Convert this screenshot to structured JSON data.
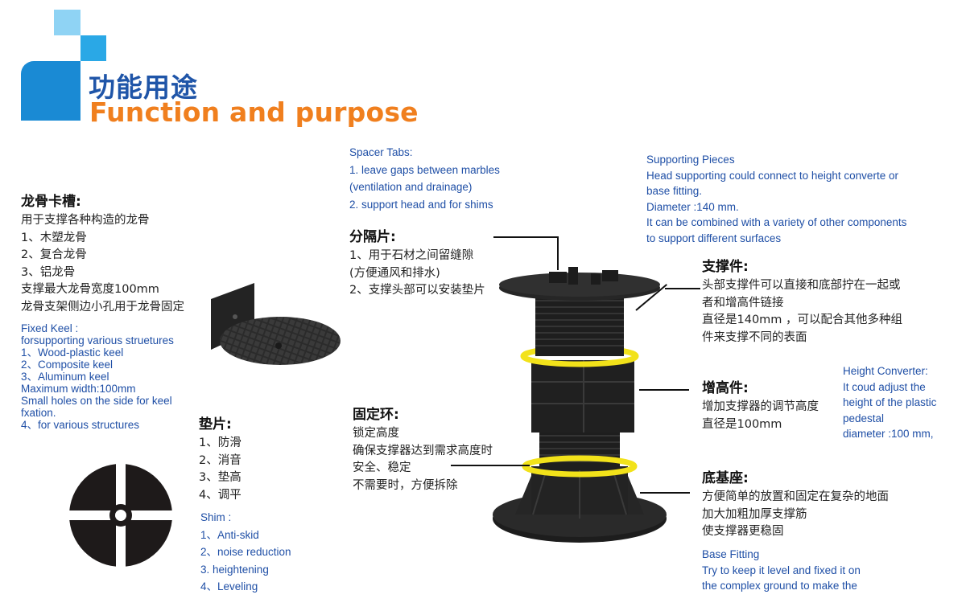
{
  "header": {
    "title_cn": "功能用途",
    "title_en": "Function and purpose",
    "colors": {
      "title_cn": "#1f55a8",
      "title_en": "#f07f1e",
      "block_dark": "#1a8ad4",
      "block_mid": "#2aa8e6",
      "block_light": "#8fd3f4"
    }
  },
  "keel": {
    "title": "龙骨卡槽:",
    "lines": [
      "用于支撑各种构造的龙骨",
      "1、木塑龙骨",
      "2、复合龙骨",
      "3、铝龙骨",
      "支撑最大龙骨宽度100mm",
      "龙骨支架侧边小孔用于龙骨固定"
    ],
    "en_lines": [
      "Fixed Keel :",
      "forsupporting various struetures",
      "1、Wood-plastic keel",
      "2、Composite keel",
      "3、Aluminum keel",
      "Maximum width:100mm",
      "Small holes on the side for keel",
      "fxation.",
      "4、for various structures"
    ]
  },
  "shim": {
    "title": "垫片:",
    "lines": [
      "1、防滑",
      "2、消音",
      "3、垫高",
      "4、调平"
    ],
    "en_lines": [
      "Shim :",
      "1、Anti-skid",
      "2、noise reduction",
      "3. heightening",
      "4、Leveling"
    ]
  },
  "spacer": {
    "en_lines": [
      "Spacer Tabs:",
      "1. leave gaps between marbles",
      "(ventilation and drainage)",
      "2. support head and for shims"
    ],
    "title": "分隔片:",
    "lines": [
      "1、用于石材之间留缝隙",
      "(方便通风和排水)",
      "2、支撑头部可以安装垫片"
    ]
  },
  "locking_ring": {
    "title": "固定环:",
    "lines": [
      "锁定高度",
      "确保支撑器达到需求高度时",
      "安全、稳定",
      "不需要时，方便拆除"
    ]
  },
  "supporting": {
    "en_lines": [
      "Supporting Pieces",
      "Head supporting could connect to height converte or",
      "base fitting.",
      "Diameter :140 mm.",
      "It can be combined with a variety of other components",
      "to support different surfaces"
    ],
    "title": "支撑件:",
    "lines": [
      "头部支撑件可以直接和底部拧在一起或",
      "者和增高件链接",
      "直径是140mm ，可以配合其他多种组",
      "件来支撑不同的表面"
    ]
  },
  "height_converter": {
    "title": "增高件:",
    "lines": [
      "增加支撑器的调节高度",
      "直径是100mm"
    ],
    "en_lines": [
      "Height Converter:",
      "It coud adjust the",
      "height of the plastic",
      "pedestal",
      "diameter :100 mm,"
    ]
  },
  "base": {
    "title": "底基座:",
    "lines": [
      "方便简单的放置和固定在复杂的地面",
      "加大加粗加厚支撑筋",
      "使支撑器更稳固"
    ],
    "en_lines": [
      "Base Fitting",
      "Try to keep it level and fixed it on",
      "the complex ground to make the"
    ]
  }
}
